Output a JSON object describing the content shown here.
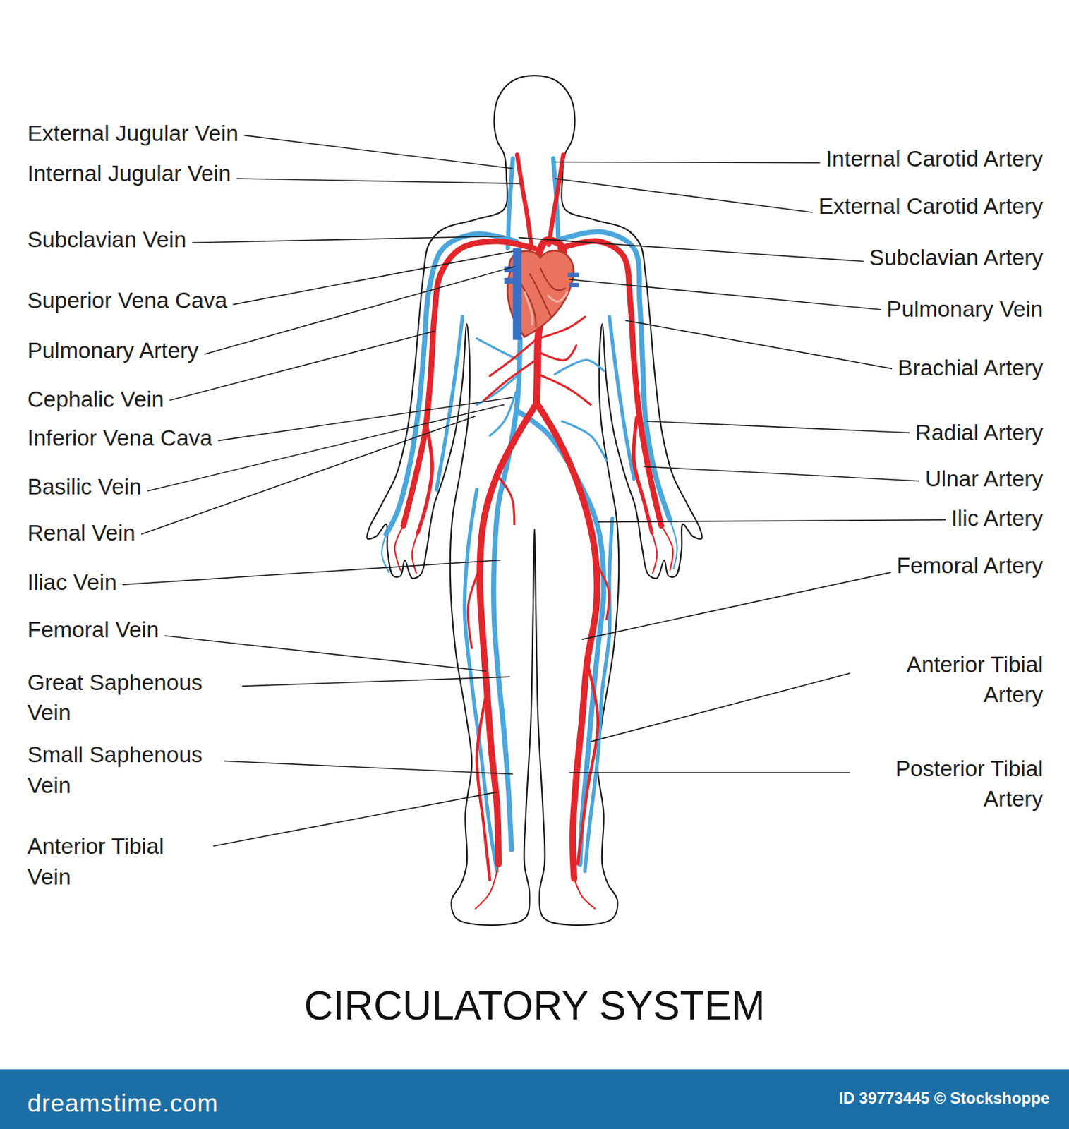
{
  "diagram": {
    "title": "CIRCULATORY SYSTEM",
    "labels": [
      "External Jugular Vein",
      "Internal Jugular Vein",
      "Subclavian Vein",
      "Superior Vena Cava",
      "Pulmonary Artery",
      "Cephalic Vein",
      "Inferior Vena Cava",
      "Basilic Vein",
      "Renal Vein",
      "Iliac Vein",
      "Femoral Vein",
      "Great Saphenous Vein",
      "Small Saphenous Vein",
      "Anterior Tibial Vein",
      "Internal Carotid Artery",
      "External Carotid Artery",
      "Subclavian Artery",
      "Pulmonary Vein",
      "Brachial Artery",
      "Radial Artery",
      "Ulnar Artery",
      "Ilic Artery",
      "Femoral Artery",
      "Anterior Tibial Artery",
      "Posterior Tibial Artery",
      "dreamstime.com",
      "ID 39773445 © Stockshoppe"
    ]
  }
}
